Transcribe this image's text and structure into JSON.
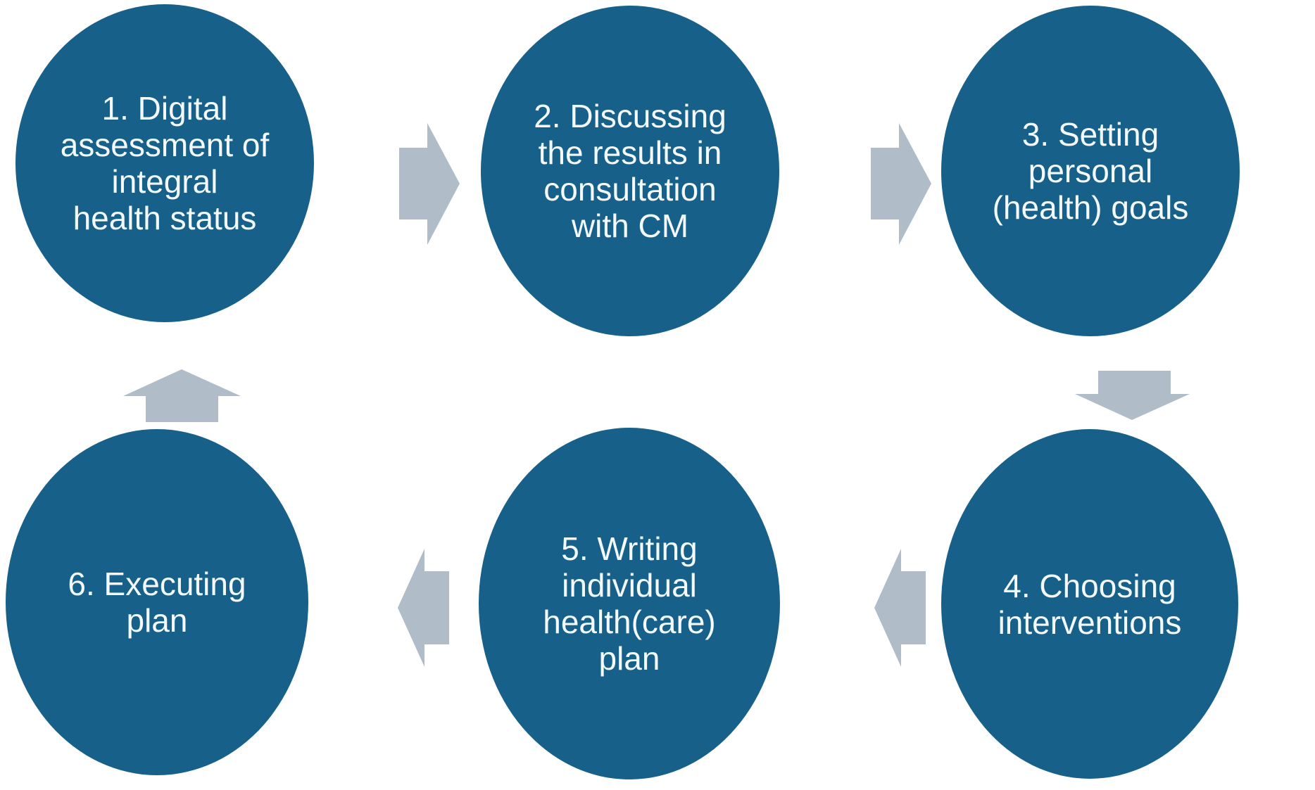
{
  "diagram": {
    "type": "cycle-process",
    "description": "Six-step circular case-management care process",
    "steps": [
      {
        "number": "1",
        "label": "1. Digital assessment of integral health status",
        "lines": [
          "1. Digital",
          "assessment of",
          "integral",
          "health status"
        ]
      },
      {
        "number": "2",
        "label": "2. Discussing the results in consultation with CM",
        "lines": [
          "2. Discussing",
          "the results in",
          "consultation",
          "with CM"
        ]
      },
      {
        "number": "3",
        "label": "3. Setting personal (health) goals",
        "lines": [
          "3. Setting",
          "personal",
          "(health) goals"
        ]
      },
      {
        "number": "4",
        "label": "4. Choosing interventions",
        "lines": [
          "4. Choosing",
          "interventions"
        ]
      },
      {
        "number": "5",
        "label": "5. Writing individual health(care) plan",
        "lines": [
          "5. Writing",
          "individual",
          "health(care)",
          "plan"
        ]
      },
      {
        "number": "6",
        "label": "6. Executing plan",
        "lines": [
          "6. Executing",
          "plan"
        ]
      }
    ],
    "arrows": [
      {
        "from": 1,
        "to": 2,
        "direction": "right"
      },
      {
        "from": 2,
        "to": 3,
        "direction": "right"
      },
      {
        "from": 3,
        "to": 4,
        "direction": "down"
      },
      {
        "from": 4,
        "to": 5,
        "direction": "left"
      },
      {
        "from": 5,
        "to": 6,
        "direction": "left"
      },
      {
        "from": 6,
        "to": 1,
        "direction": "up"
      }
    ]
  },
  "colors": {
    "circle-fill": "#16608A",
    "arrow-fill": "#B1BCC9",
    "step-text": "#F4F9FC",
    "background": "#FFFFFF"
  }
}
